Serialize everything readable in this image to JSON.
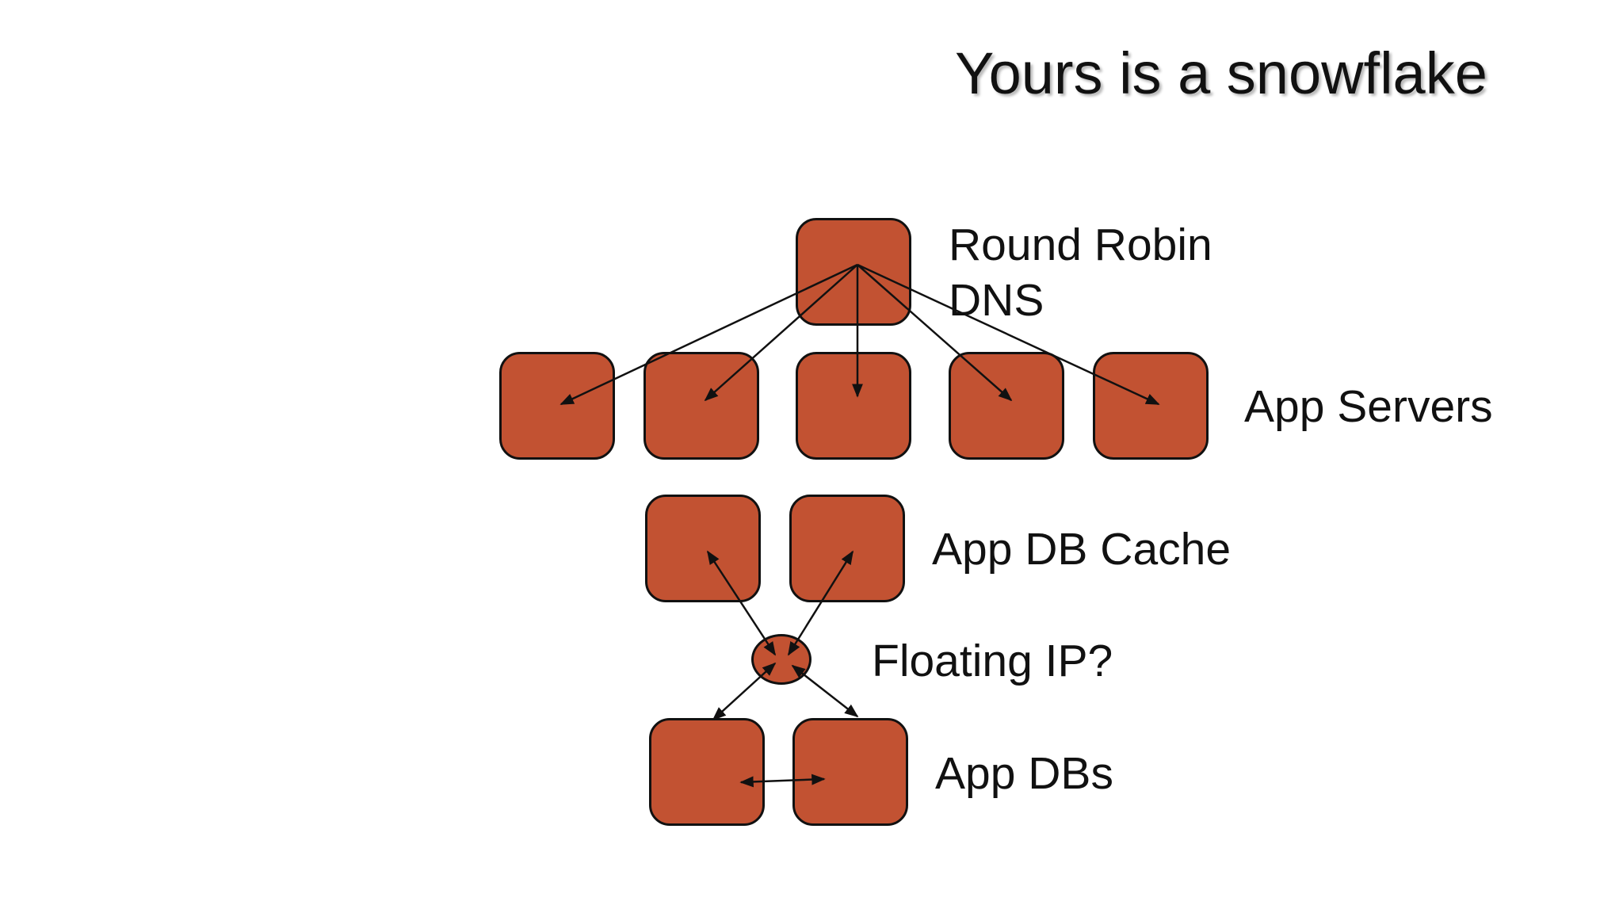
{
  "slide": {
    "title": "Yours is a snowflake",
    "labels": {
      "dns_line1": "Round Robin",
      "dns_line2": "DNS",
      "app_servers": "App Servers",
      "db_cache": "App DB Cache",
      "floating_ip": "Floating IP?",
      "app_dbs": "App DBs"
    }
  },
  "colors": {
    "node_fill": "#c25232",
    "node_border": "#111111",
    "arrow": "#111111",
    "text": "#111111"
  }
}
